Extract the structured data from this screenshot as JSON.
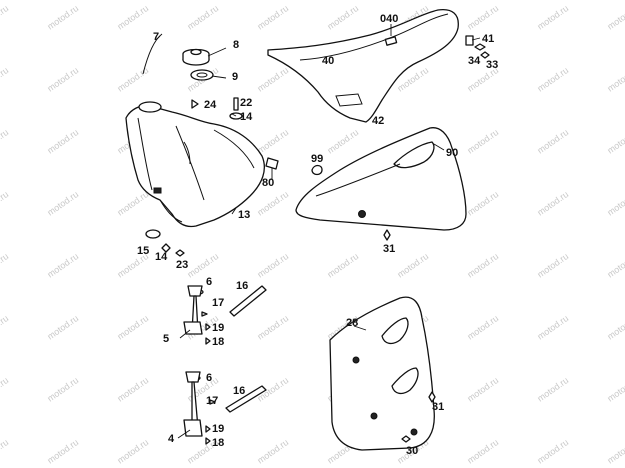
{
  "watermark": "motod.ru",
  "callouts": {
    "c040": "040",
    "c7": "7",
    "c8": "8",
    "c9": "9",
    "c40": "40",
    "c41": "41",
    "c34": "34",
    "c33": "33",
    "c22": "22",
    "c24": "24",
    "c14a": "14",
    "c42": "42",
    "c99": "99",
    "c90": "90",
    "c80": "80",
    "c13": "13",
    "c31a": "31",
    "c15": "15",
    "c14b": "14",
    "c23": "23",
    "c6a": "6",
    "c16a": "16",
    "c17a": "17",
    "c19a": "19",
    "c18a": "18",
    "c5": "5",
    "c28": "28",
    "c6b": "6",
    "c16b": "16",
    "c17b": "17",
    "c19b": "19",
    "c18b": "18",
    "c4": "4",
    "c31b": "31",
    "c30": "30"
  }
}
